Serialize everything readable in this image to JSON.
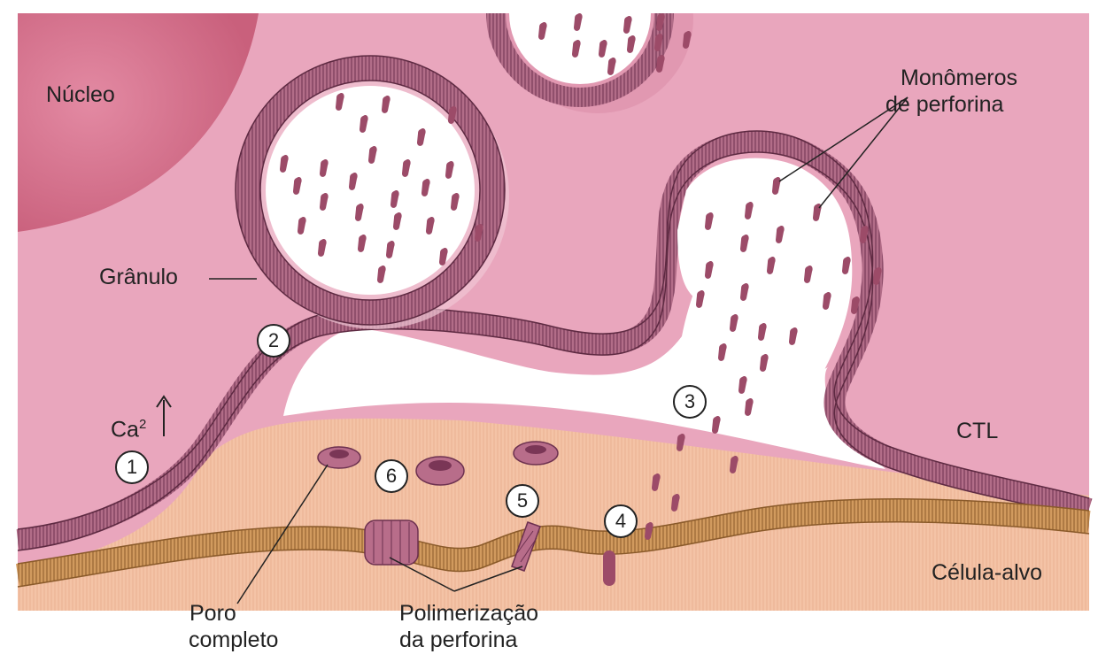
{
  "labels": {
    "nucleus": "Núcleo",
    "granule": "Grânulo",
    "monomers_line1": "Monômeros",
    "monomers_line2": "de perforina",
    "ctl": "CTL",
    "calcium_base": "Ca",
    "calcium_sup": "2",
    "target_cell": "Célula-alvo",
    "pore_line1": "Poro",
    "pore_line2": "completo",
    "polymer_line1": "Polimerização",
    "polymer_line2": "da perforina"
  },
  "steps": [
    "1",
    "2",
    "3",
    "4",
    "5",
    "6"
  ],
  "colors": {
    "cytoplasm": "#e9a5bc",
    "nucleus": "#d9778f",
    "membrane": "#a05a76",
    "membrane_dark": "#5e2a42",
    "granule_interior": "#ffffff",
    "monomer": "#9c4b68",
    "target_cytoplasm": "#f4c6a7",
    "target_membrane": "#c18952",
    "pore": "#b86d8a"
  },
  "icons": [
    "up-arrow-icon"
  ]
}
